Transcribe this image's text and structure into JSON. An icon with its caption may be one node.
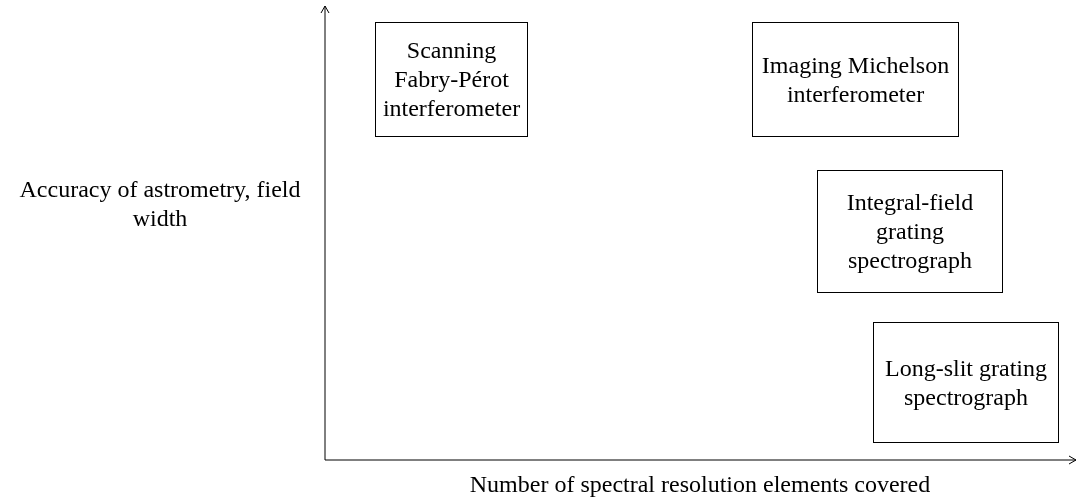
{
  "diagram": {
    "nodes": [
      {
        "text": [
          "Scanning Fabry-Pérot interferometer"
        ]
      },
      {
        "text": [
          "Imaging Michelson interferometer"
        ]
      },
      {
        "text": [
          "Integral-field grating spectrograph"
        ]
      },
      {
        "text": [
          "Long-slit grating spectrograph"
        ]
      }
    ],
    "labels": [
      "Accuracy of astrometry, field width",
      "Number of spectral resolution elements covered"
    ]
  }
}
